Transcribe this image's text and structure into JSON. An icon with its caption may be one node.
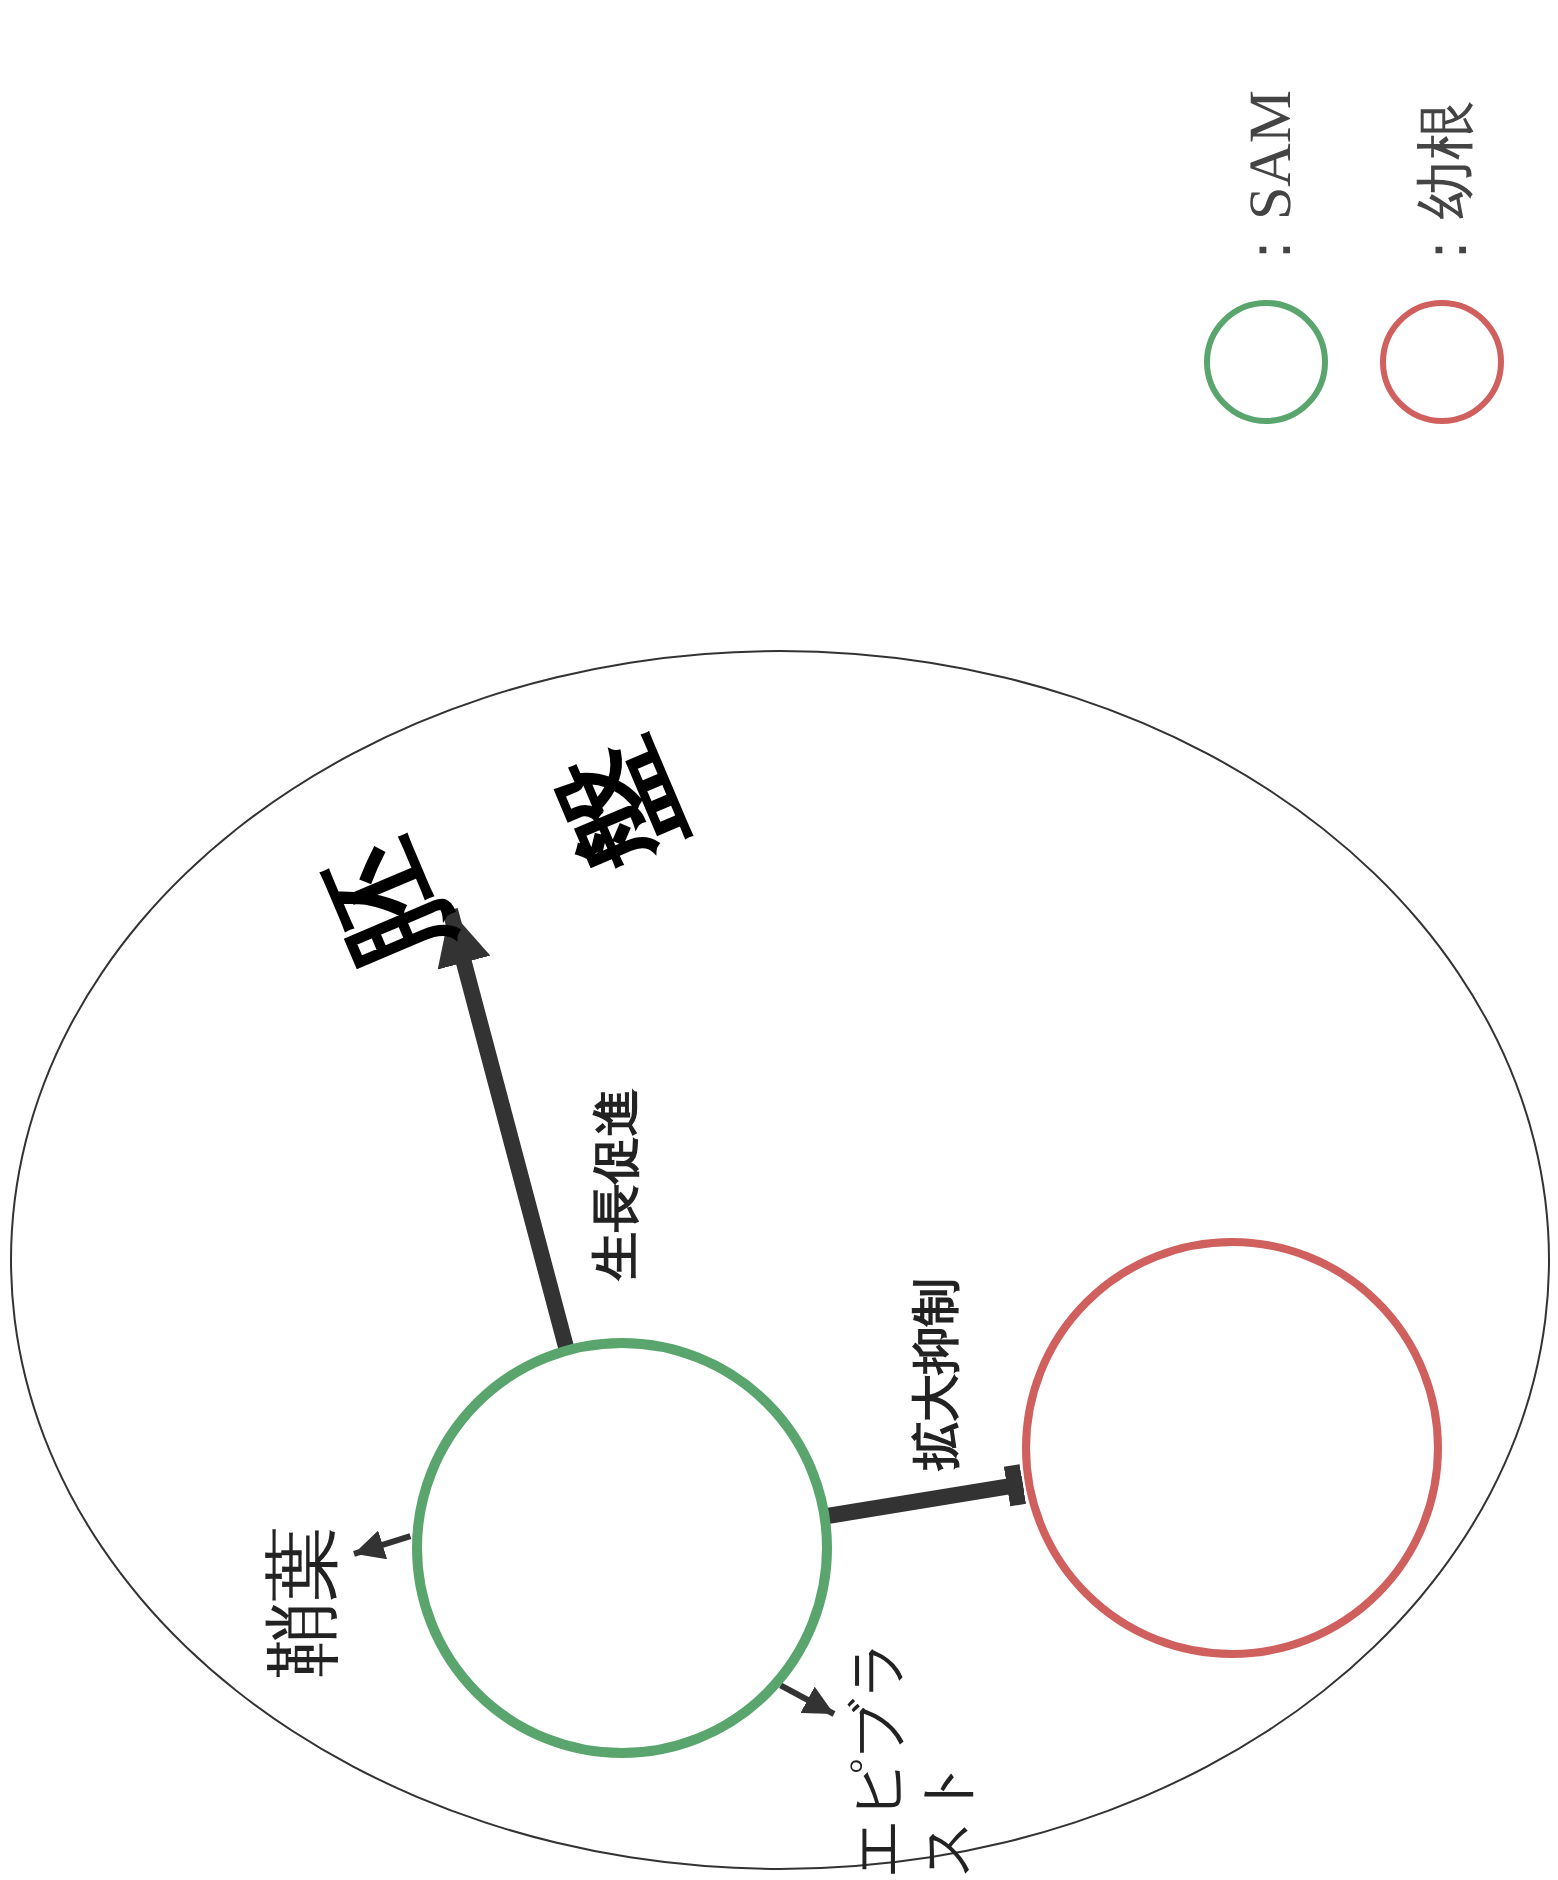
{
  "diagram": {
    "nodes": [
      {
        "text": [
          "胚盤"
        ]
      },
      {
        "text": [],
        "shape": "circle",
        "in": 0
      },
      {
        "text": [],
        "shape": "circle",
        "in": 0
      },
      {
        "text": [
          "鞘葉"
        ],
        "in": 0
      },
      {
        "text": [
          "エピブラスト"
        ],
        "in": 0
      }
    ],
    "edges": [
      {
        "from": 1,
        "to": null,
        "arrow": "to",
        "label": "生長促進",
        "style": "thick"
      },
      {
        "from": 1,
        "to": 2,
        "arrow": "other",
        "label": "拡大抑制",
        "style": "thick"
      },
      {
        "from": 1,
        "to": 3,
        "arrow": "to"
      },
      {
        "from": 1,
        "to": 4,
        "arrow": "to"
      }
    ],
    "legend": [
      {
        "text": "：SAM"
      },
      {
        "text": "：幼根"
      }
    ]
  }
}
